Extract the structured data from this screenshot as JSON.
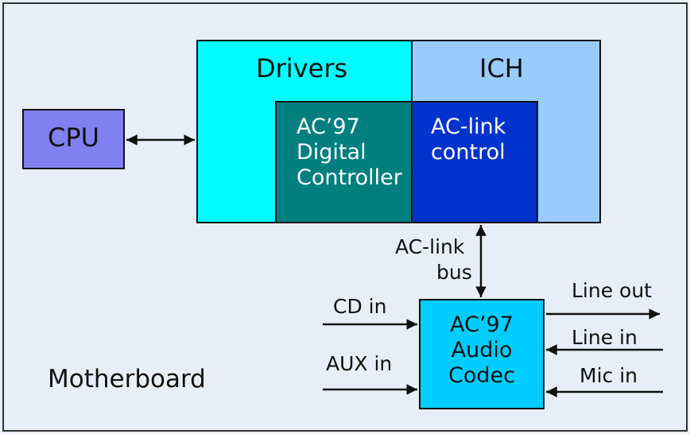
{
  "board_label": "Motherboard",
  "cpu": {
    "label": "CPU",
    "color": "#8080f0"
  },
  "drivers": {
    "label": "Drivers",
    "color": "#00fdfd"
  },
  "ich": {
    "label": "ICH",
    "color": "#99ccfc"
  },
  "digital_controller": {
    "line1": "AC’97",
    "line2": "Digital",
    "line3": "Controller",
    "color": "#007f7f"
  },
  "ac_link_control": {
    "line1": "AC-link",
    "line2": "control",
    "color": "#0033cc"
  },
  "bus": {
    "line1": "AC-link",
    "line2": "bus"
  },
  "codec": {
    "line1": "AC’97",
    "line2": "Audio",
    "line3": "Codec",
    "color": "#00cdfd"
  },
  "signals": {
    "cd_in": "CD in",
    "aux_in": "AUX in",
    "line_out": "Line out",
    "line_in": "Line in",
    "mic_in": "Mic in"
  },
  "background_color": "#e8eef7"
}
